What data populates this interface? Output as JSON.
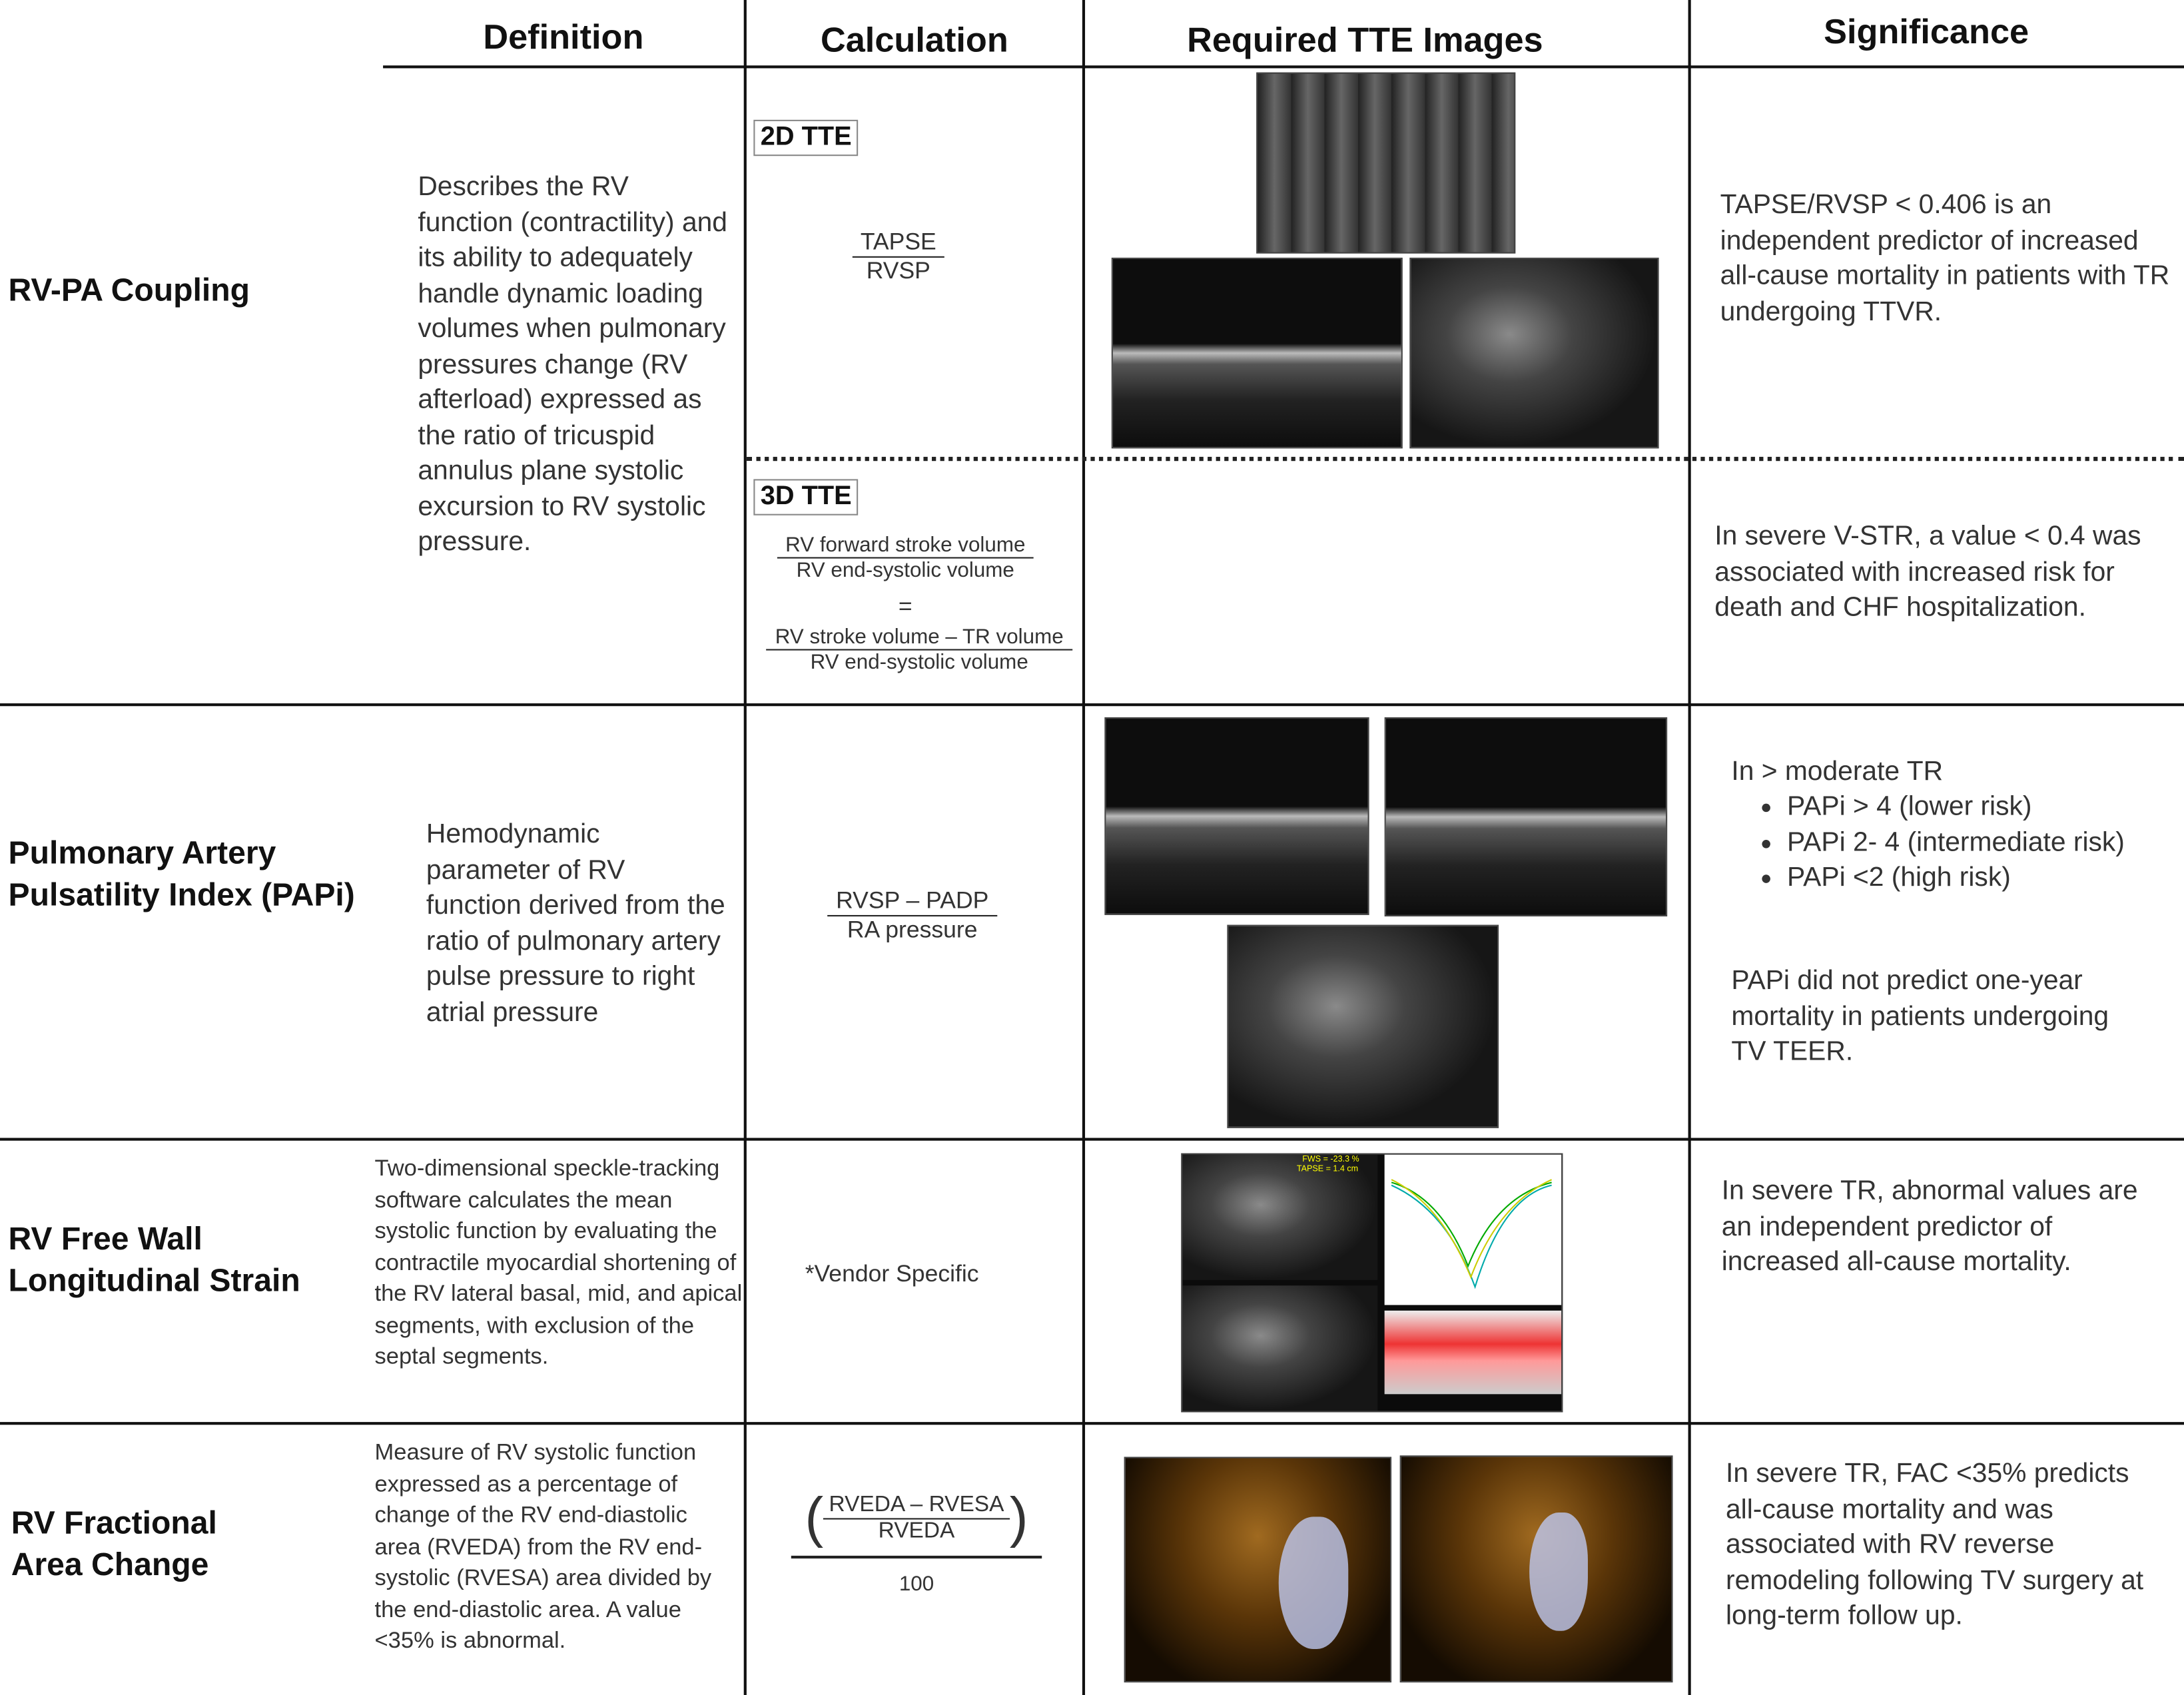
{
  "headers": [
    "Definition",
    "Calculation",
    "Required TTE Images",
    "Significance"
  ],
  "rows": [
    {
      "label": "RV-PA Coupling",
      "definition": "Describes the RV function (contractility) and its ability to adequately handle dynamic loading volumes when pulmonary pressures change (RV afterload) expressed as the ratio of tricuspid annulus plane systolic excursion to RV systolic pressure.",
      "calc_2d": {
        "badge": "2D TTE",
        "numerator": "TAPSE",
        "denominator": "RVSP"
      },
      "calc_3d": {
        "badge": "3D TTE",
        "num1": "RV forward stroke volume",
        "den1": "RV end-systolic volume",
        "equals": "=",
        "num2": "RV stroke volume – TR volume",
        "den2": "RV end-systolic volume"
      },
      "significance_2d": "TAPSE/RVSP < 0.406 is an independent predictor of increased all-cause mortality in patients with TR undergoing TTVR.",
      "significance_3d": "In severe V-STR, a value < 0.4 was associated with increased risk for death and CHF hospitalization."
    },
    {
      "label": "Pulmonary Artery Pulsatility Index (PAPi)",
      "definition": "Hemodynamic parameter of RV function derived from the ratio of pulmonary artery pulse pressure to right atrial pressure",
      "calc": {
        "numerator": "RVSP  –  PADP",
        "denominator": "RA pressure"
      },
      "significance_intro": "In > moderate TR",
      "significance_bullets": [
        "PAPi > 4 (lower risk)",
        "PAPi 2- 4 (intermediate risk)",
        "PAPi <2 (high risk)"
      ],
      "significance_note": "PAPi did not predict one-year mortality in patients undergoing TV TEER."
    },
    {
      "label": "RV Free Wall Longitudinal Strain",
      "definition": "Two-dimensional speckle-tracking software calculates the mean systolic function by evaluating the contractile myocardial shortening of the RV lateral basal, mid, and apical segments, with exclusion of the septal segments.",
      "calc": "*Vendor Specific",
      "image_text": [
        "FWS = -23.3 %",
        "TAPSE = 1.4 cm"
      ],
      "significance": "In severe TR, abnormal values are an independent predictor of increased all-cause mortality."
    },
    {
      "label": "RV Fractional Area Change",
      "definition": "Measure of RV systolic function expressed as a percentage of change of the RV end-diastolic area (RVEDA) from the RV end-systolic (RVESA) area divided by the end-diastolic area. A value <35% is abnormal.",
      "calc": {
        "numerator": "RVEDA  – RVESA",
        "denominator": "RVEDA",
        "outer_denominator": "100"
      },
      "significance": "In severe TR, FAC <35% predicts all-cause mortality and was associated with RV reverse remodeling following TV surgery at long-term follow up."
    }
  ]
}
